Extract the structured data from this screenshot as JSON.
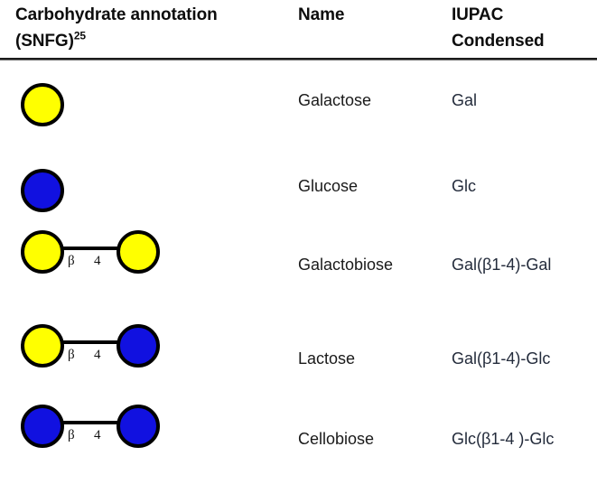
{
  "table": {
    "columns": [
      {
        "id": "snfg",
        "label": "Carbohydrate annotation (SNFG)",
        "superscript": "25"
      },
      {
        "id": "name",
        "label": "Name"
      },
      {
        "id": "iupac",
        "label_line1": "IUPAC",
        "label_line2": "Condensed"
      }
    ],
    "colors": {
      "galactose": "#ffff00",
      "glucose": "#1111e0",
      "outline": "#000000",
      "rule": "#1d1d1d",
      "name_text": "#1a1a1a",
      "iupac_text": "#232b3b"
    },
    "rows": [
      {
        "name": "Galactose",
        "iupac": "Gal",
        "glycan": {
          "type": "mono",
          "residues": [
            {
              "shape": "circle",
              "color": "yellow",
              "symbol": "Gal"
            }
          ]
        }
      },
      {
        "name": "Glucose",
        "iupac": "Glc",
        "glycan": {
          "type": "mono",
          "residues": [
            {
              "shape": "circle",
              "color": "blue",
              "symbol": "Glc"
            }
          ]
        }
      },
      {
        "name": "Galactobiose",
        "iupac": "Gal(β1-4)-Gal",
        "glycan": {
          "type": "di",
          "residues": [
            {
              "shape": "circle",
              "color": "yellow",
              "symbol": "Gal"
            },
            {
              "shape": "circle",
              "color": "yellow",
              "symbol": "Gal"
            }
          ],
          "bond": {
            "anomer": "β",
            "position": "4"
          }
        }
      },
      {
        "name": "Lactose",
        "iupac": "Gal(β1-4)-Glc",
        "glycan": {
          "type": "di",
          "residues": [
            {
              "shape": "circle",
              "color": "yellow",
              "symbol": "Gal"
            },
            {
              "shape": "circle",
              "color": "blue",
              "symbol": "Glc"
            }
          ],
          "bond": {
            "anomer": "β",
            "position": "4"
          }
        }
      },
      {
        "name": "Cellobiose",
        "iupac": "Glc(β1-4 )-Glc",
        "glycan": {
          "type": "di",
          "residues": [
            {
              "shape": "circle",
              "color": "blue",
              "symbol": "Glc"
            },
            {
              "shape": "circle",
              "color": "blue",
              "symbol": "Glc"
            }
          ],
          "bond": {
            "anomer": "β",
            "position": "4"
          }
        }
      }
    ]
  }
}
